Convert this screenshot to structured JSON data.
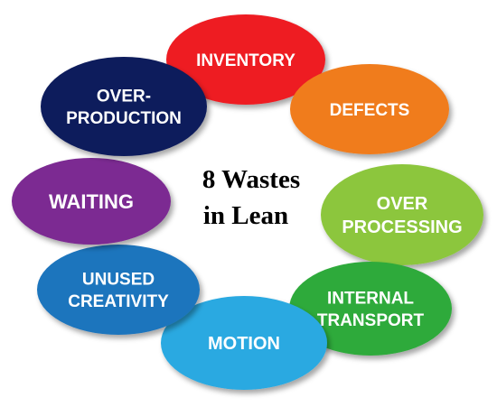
{
  "center": {
    "line1": "8 Wastes",
    "line2": "in Lean"
  },
  "wastes": [
    {
      "id": "inventory",
      "lines": [
        "INVENTORY"
      ],
      "color": "#ee1c24"
    },
    {
      "id": "defects",
      "lines": [
        "DEFECTS"
      ],
      "color": "#f07c1c"
    },
    {
      "id": "over-processing",
      "lines": [
        "OVER",
        "PROCESSING"
      ],
      "color": "#8cc63e"
    },
    {
      "id": "internal-transport",
      "lines": [
        "INTERNAL",
        "TRANSPORT"
      ],
      "color": "#2eaa3b"
    },
    {
      "id": "motion",
      "lines": [
        "MOTION"
      ],
      "color": "#29a9e1"
    },
    {
      "id": "unused-creativity",
      "lines": [
        "UNUSED",
        "CREATIVITY"
      ],
      "color": "#1f74bd"
    },
    {
      "id": "waiting",
      "lines": [
        "WAITING"
      ],
      "color": "#7b2a92"
    },
    {
      "id": "over-production",
      "lines": [
        "OVER-",
        "PRODUCTION"
      ],
      "color": "#101c5b"
    }
  ]
}
